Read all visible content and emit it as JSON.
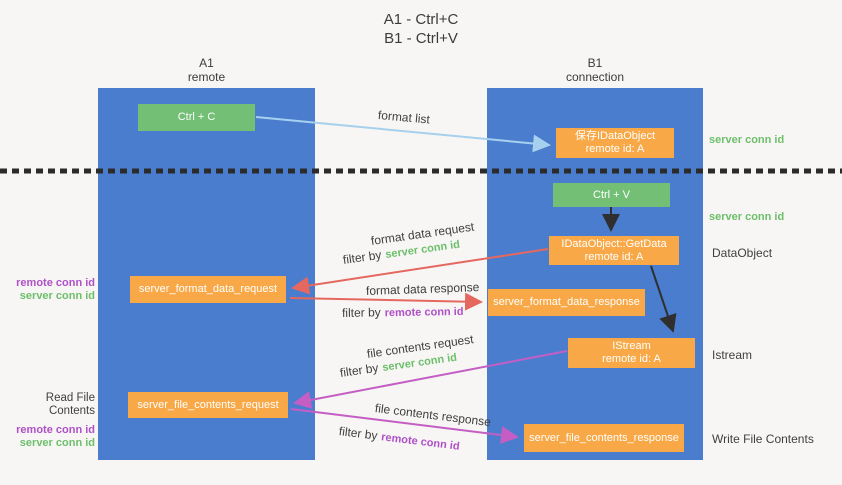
{
  "title": {
    "line1": "A1 - Ctrl+C",
    "line2": "B1 - Ctrl+V"
  },
  "columns": {
    "a1": {
      "name": "A1",
      "subtitle": "remote"
    },
    "b1": {
      "name": "B1",
      "subtitle": "connection"
    }
  },
  "boxes": {
    "ctrl_c": {
      "label": "Ctrl + C"
    },
    "ctrl_v": {
      "label": "Ctrl + V"
    },
    "save_idataobject": {
      "line1": "保存IDataObject",
      "line2": "remote id: A"
    },
    "getdata": {
      "line1": "IDataObject::GetData",
      "line2": "remote id: A"
    },
    "istream": {
      "line1": "IStream",
      "line2": "remote id: A"
    },
    "format_request": {
      "label": "server_format_data_request"
    },
    "format_response": {
      "label": "server_format_data_response"
    },
    "file_request": {
      "label": "server_file_contents_request"
    },
    "file_response": {
      "label": "server_file_contents_response"
    }
  },
  "arrow_labels": {
    "format_list": "format list",
    "format_data_request": "format data request",
    "format_data_response": "format data response",
    "file_contents_request": "file contents request",
    "file_contents_response": "file contents response",
    "filter_by": "filter by",
    "server_conn_id": "server conn id",
    "remote_conn_id": "remote conn id"
  },
  "side_labels": {
    "server_conn_id_top": "server conn id",
    "server_conn_id_mid": "server conn id",
    "dataobject": "DataObject",
    "istream": "Istream",
    "write_file_contents": "Write File Contents",
    "read_file_contents": "Read File Contents",
    "remote_conn_id_left1": "remote conn id",
    "server_conn_id_left1": "server conn id",
    "remote_conn_id_left2": "remote conn id",
    "server_conn_id_left2": "server conn id"
  },
  "colors": {
    "lane_blue": "#4a7dce",
    "box_green": "#72bf75",
    "box_orange": "#f8a846",
    "arrow_red": "#e5685f",
    "arrow_magenta": "#c45ec4",
    "arrow_lightblue": "#a6d0ee",
    "arrow_black": "#2f2f2f",
    "text_green": "#6dbf6b",
    "text_purple": "#b050c8",
    "background": "#f7f6f4"
  }
}
